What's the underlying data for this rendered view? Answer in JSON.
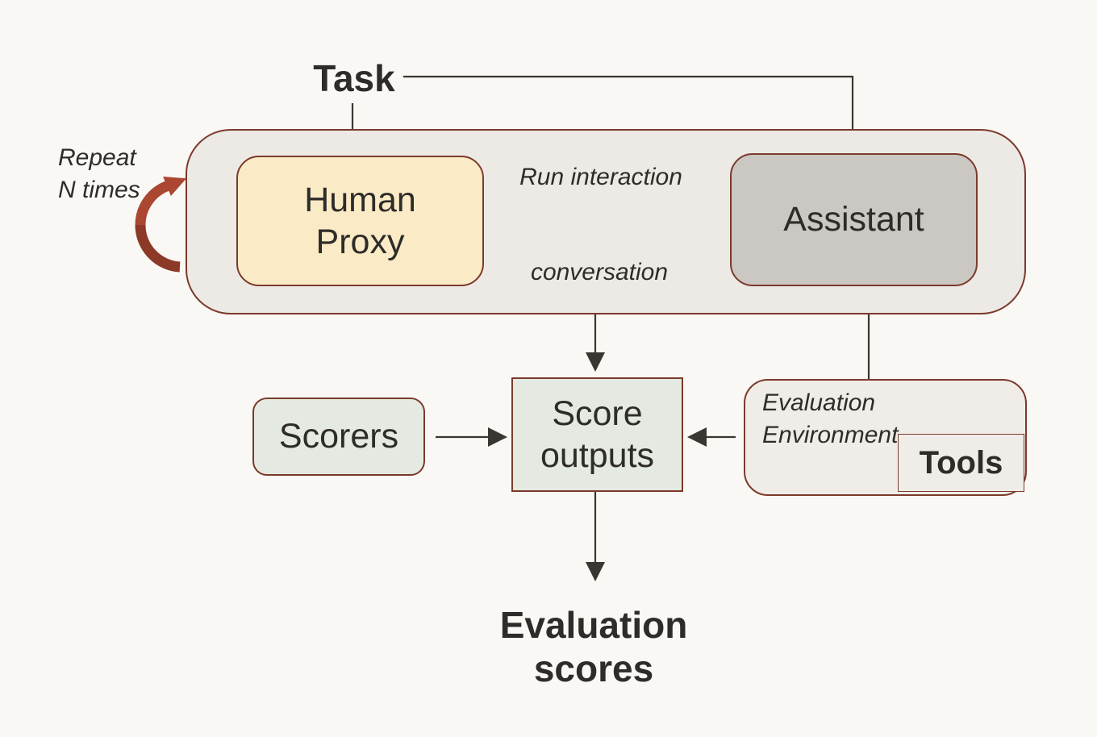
{
  "labels": {
    "task": "Task",
    "repeat": "Repeat\nN times",
    "human_proxy": "Human\nProxy",
    "assistant": "Assistant",
    "run_interaction": "Run interaction",
    "conversation": "conversation",
    "scorers": "Scorers",
    "score_outputs": "Score\noutputs",
    "evaluation_environment": "Evaluation\nEnvironment",
    "tools": "Tools",
    "evaluation_scores": "Evaluation\nscores"
  },
  "colors": {
    "bg": "#faf8f4",
    "container-fill": "#edeae5",
    "border": "#7b3a2b",
    "line": "#3a3733",
    "text": "#2e2c29",
    "proxy-fill": "#faebc6",
    "assistant-fill": "#cbc7c3",
    "score-fill": "#e4eae1",
    "env-fill": "#f0ede8",
    "repeat-top": "#ab4631",
    "repeat-bottom": "#8c3928"
  }
}
